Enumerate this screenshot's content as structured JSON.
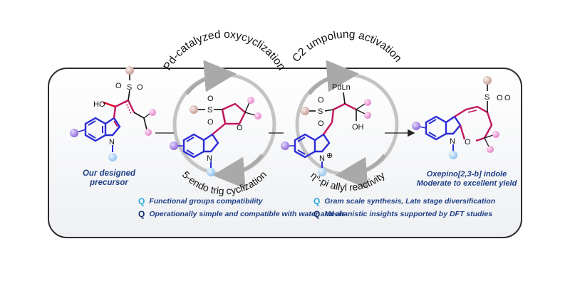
{
  "steps": {
    "step1_top": "Pd-catalyzed oxycyclization",
    "step1_bottom": "5-endo trig cyclization",
    "step2_top": "C2 umpolung activation",
    "step2_bottom_symbol": "η",
    "step2_bottom_sup": "3",
    "step2_bottom_rest": "-pi allyl reactivity"
  },
  "labels": {
    "precursor_line1": "Our designed",
    "precursor_line2": "precursor",
    "product_line1": "Oxepino[2,3-b] indole",
    "product_line2": "Moderate to excellent yield"
  },
  "atoms": {
    "HO": "HO",
    "OH": "OH",
    "S": "S",
    "O": "O",
    "N": "N",
    "PdLn": "PdLn",
    "plus": "⊕"
  },
  "features": [
    {
      "text": "Functional groups compatibility",
      "icon": "search-icon",
      "color": "#2aa7dd"
    },
    {
      "text": "Gram scale synthesis,  Late stage diversification",
      "icon": "search-icon",
      "color": "#2aa7dd"
    },
    {
      "text": "Operationally simple and compatible with water and air",
      "icon": "search-icon",
      "color": "#15306e"
    },
    {
      "text": "Mechanistic insights supported by DFT studies",
      "icon": "search-icon",
      "color": "#15306e"
    }
  ],
  "colors": {
    "panel_border": "#2c2c2c",
    "indole_blue": "#2b2bd6",
    "bond_magenta": "#c1175e",
    "bond_red": "#e0002a",
    "text_blue": "#1f3f86",
    "sub_pink": "#e89bd0",
    "sub_violet": "#8f6ad9",
    "sub_skyblue": "#9fc8f0",
    "sub_tan": "#c9a6a0"
  }
}
